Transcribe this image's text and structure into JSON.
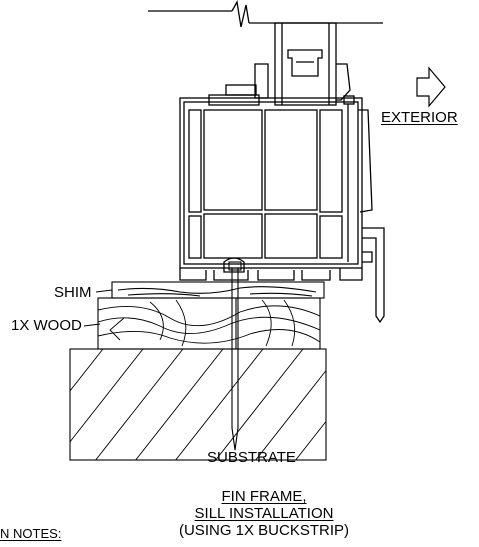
{
  "labels": {
    "exterior": "EXTERIOR",
    "shim": "SHIM",
    "wood": "1X WOOD",
    "substrate": "SUBSTRATE",
    "title_line1": "FIN FRAME,",
    "title_line2": "SILL INSTALLATION",
    "title_line3": "(USING 1X BUCKSTRIP)",
    "notes": "N NOTES:"
  },
  "icons": {
    "exterior_arrow": "hollow-right-arrow-icon",
    "break_mark": "break-line-icon"
  },
  "colors": {
    "line": "#000000",
    "background": "#ffffff"
  }
}
